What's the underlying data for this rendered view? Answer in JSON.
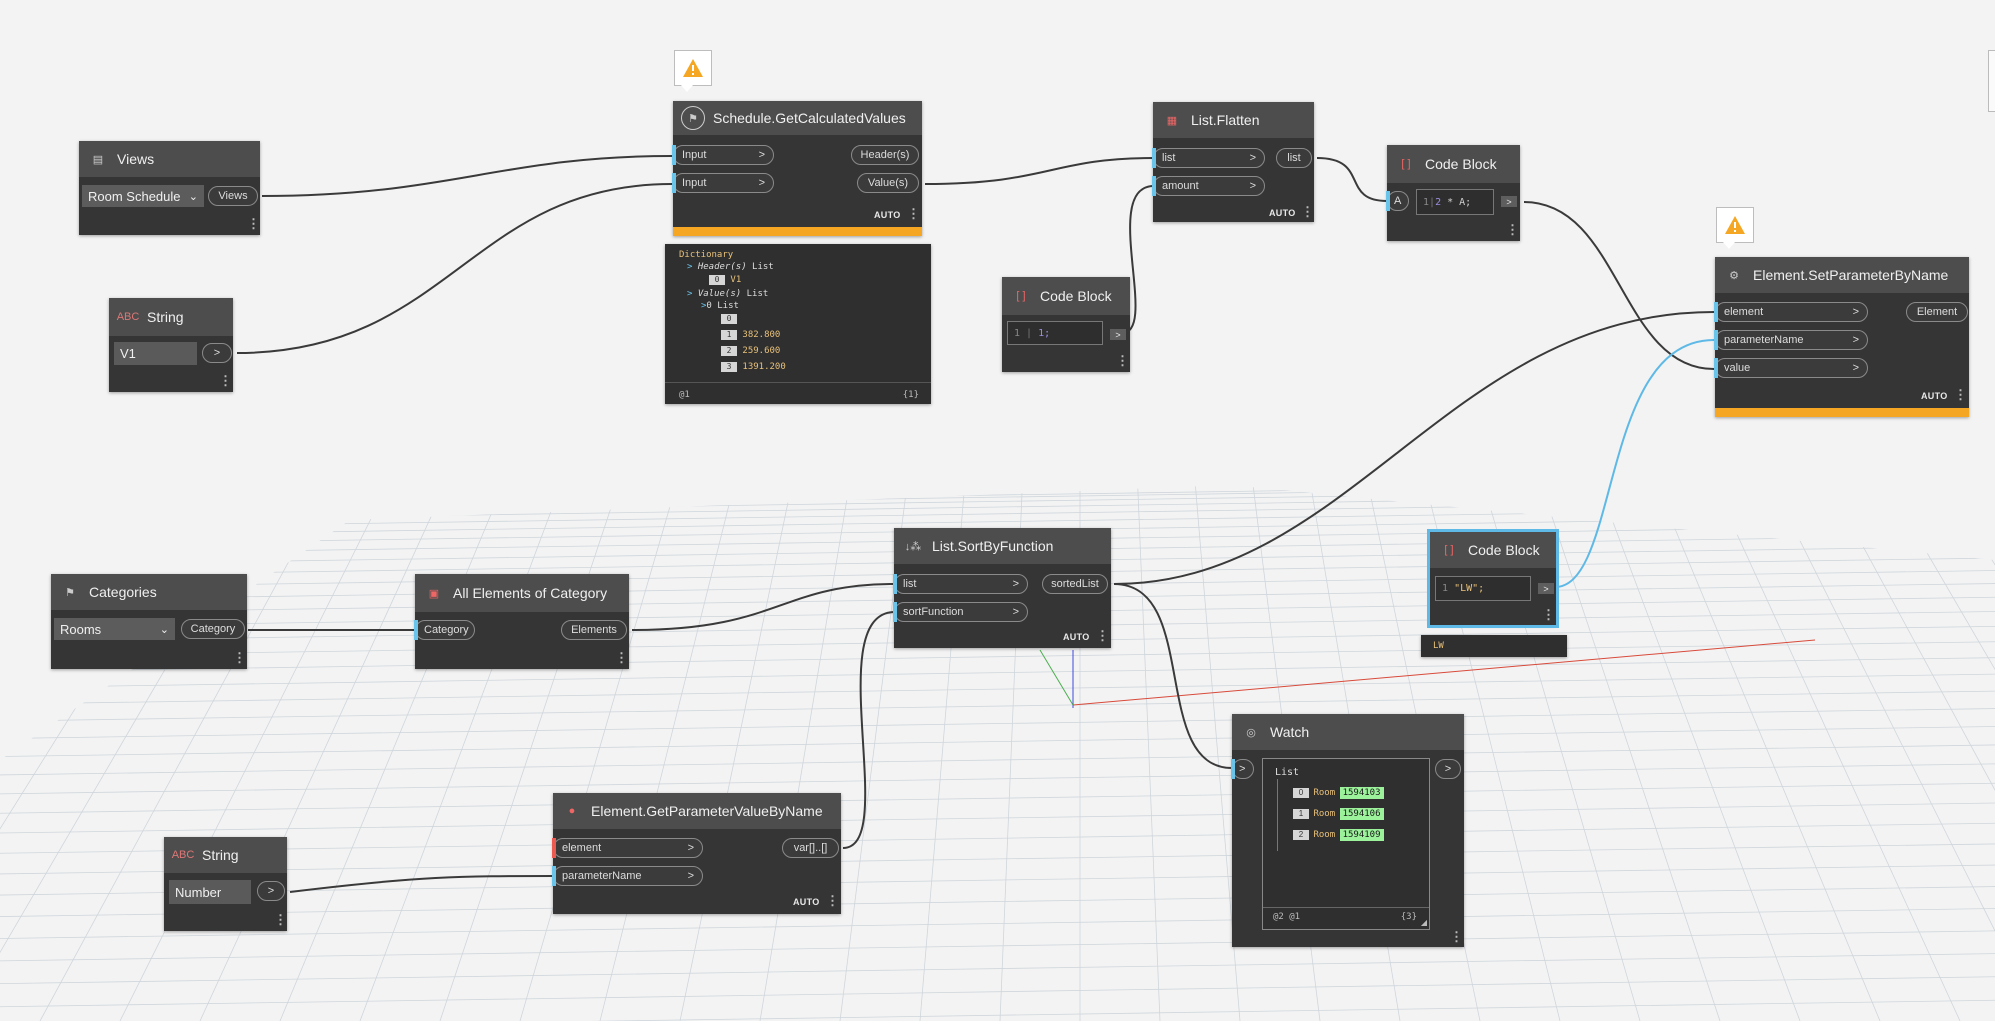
{
  "nodes": {
    "views": {
      "title": "Views",
      "dropdown": "Room Schedule",
      "output": "Views"
    },
    "string1": {
      "title": "String",
      "value": "V1",
      "output": ">"
    },
    "schedule": {
      "title": "Schedule.GetCalculatedValues",
      "inputs": [
        "Input",
        "Input"
      ],
      "outputs": [
        "Header(s)",
        "Value(s)"
      ],
      "lacing": "AUTO",
      "preview": {
        "root": "Dictionary",
        "headers_key": "Header(s)",
        "headers_type": "List",
        "headers_items": [
          {
            "index": "0",
            "value": "V1"
          }
        ],
        "values_key": "Value(s)",
        "values_type": "List",
        "values_sub": "0 List",
        "values_items": [
          {
            "index": "0",
            "value": ""
          },
          {
            "index": "1",
            "value": "382.800"
          },
          {
            "index": "2",
            "value": "259.600"
          },
          {
            "index": "3",
            "value": "1391.200"
          }
        ],
        "footer_left": "@1",
        "footer_right": "{1}"
      }
    },
    "flatten": {
      "title": "List.Flatten",
      "inputs": [
        "list",
        "amount"
      ],
      "outputs": [
        "list"
      ],
      "lacing": "AUTO"
    },
    "codeblock1": {
      "title": "Code Block",
      "line": "1",
      "code": "1;",
      "output": ">"
    },
    "codeblock2": {
      "title": "Code Block",
      "input": "A",
      "line": "1",
      "code_num": "2",
      "code_rest": " * A;",
      "output": ">"
    },
    "setparam": {
      "title": "Element.SetParameterByName",
      "inputs": [
        "element",
        "parameterName",
        "value"
      ],
      "outputs": [
        "Element"
      ],
      "lacing": "AUTO"
    },
    "categories": {
      "title": "Categories",
      "dropdown": "Rooms",
      "output": "Category"
    },
    "allelements": {
      "title": "All Elements of Category",
      "inputs": [
        "Category"
      ],
      "outputs": [
        "Elements"
      ]
    },
    "sortby": {
      "title": "List.SortByFunction",
      "inputs": [
        "list",
        "sortFunction"
      ],
      "outputs": [
        "sortedList"
      ],
      "lacing": "AUTO"
    },
    "codeblock3": {
      "title": "Code Block",
      "line": "1",
      "code": "\"LW\";",
      "output": ">",
      "preview": "LW"
    },
    "watch": {
      "title": "Watch",
      "input": ">",
      "output": ">",
      "root": "List",
      "items": [
        {
          "index": "0",
          "type": "Room",
          "id": "1594103"
        },
        {
          "index": "1",
          "type": "Room",
          "id": "1594106"
        },
        {
          "index": "2",
          "type": "Room",
          "id": "1594109"
        }
      ],
      "footer_left": "@2 @1",
      "footer_right": "{3}"
    },
    "getparam": {
      "title": "Element.GetParameterValueByName",
      "inputs": [
        "element",
        "parameterName"
      ],
      "outputs": [
        "var[]..[]"
      ],
      "lacing": "AUTO"
    },
    "string2": {
      "title": "String",
      "value": "Number",
      "output": ">"
    }
  },
  "icons": [
    "views-icon",
    "string-icon",
    "schedule-icon",
    "list-flatten-icon",
    "code-block-icon",
    "element-set-param-icon",
    "categories-icon",
    "all-elements-icon",
    "list-sort-icon",
    "watch-icon",
    "element-get-param-icon",
    "warning-icon"
  ],
  "colors": {
    "canvas": "#f3f3f3",
    "node_body": "#353535",
    "node_header": "#4d4d4d",
    "warning_bar": "#f5a623",
    "port_accent": "#6ac4ea",
    "required_port": "#eb5a50",
    "selection": "#5eb9e6",
    "wire": "#3a3a3a",
    "wire_selected": "#5eb9e6",
    "watch_id_bg": "#9bf29b"
  }
}
